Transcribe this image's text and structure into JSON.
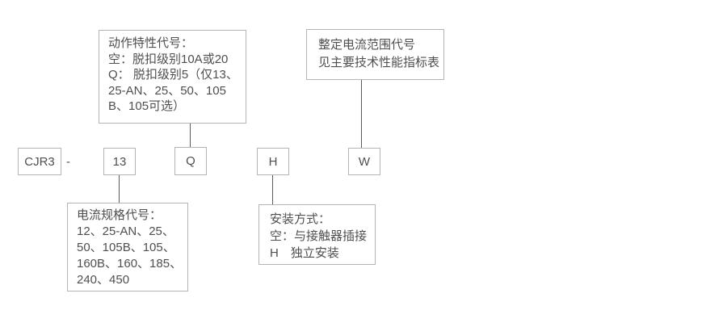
{
  "model": {
    "prefix": "CJR3",
    "separator": "-",
    "segments": [
      "13",
      "Q",
      "H",
      "W"
    ]
  },
  "notes": {
    "action_characteristic": {
      "lines": [
        "动作特性代号：",
        "空：脱扣级别10A或20",
        "Q： 脱扣级别5（仅13、",
        "25-AN、25、50、105",
        "B、105可选）"
      ]
    },
    "setting_current_range": {
      "lines": [
        "整定电流范围代号",
        "见主要技术性能指标表"
      ]
    },
    "current_spec": {
      "lines": [
        "电流规格代号：",
        "12、25-AN、25、",
        "50、105B、105、",
        "160B、160、185、",
        "240、450"
      ]
    },
    "mounting": {
      "lines": [
        "安装方式：",
        "空：与接触器插接",
        "H　独立安装"
      ]
    }
  },
  "colors": {
    "background": "#ffffff",
    "box_border": "#b4b4b4",
    "text": "#4f4f4f",
    "connector_line": "#5a5a5a"
  }
}
